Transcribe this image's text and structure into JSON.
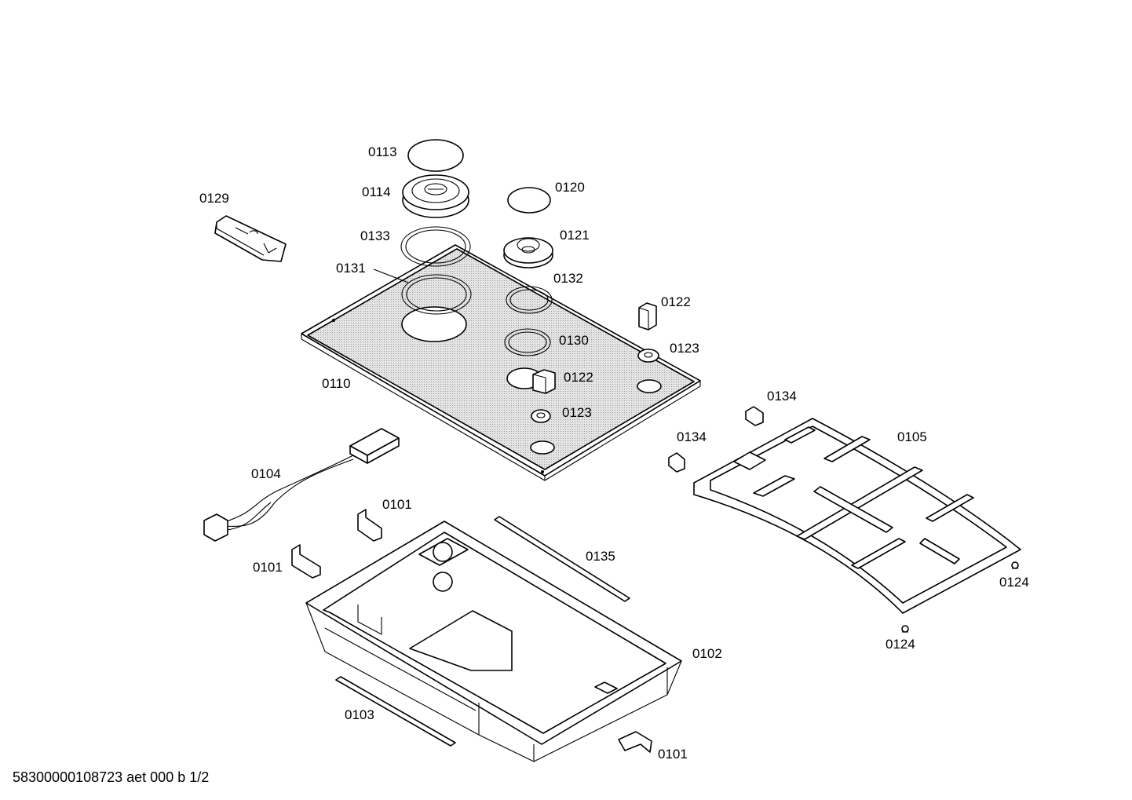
{
  "labels": {
    "p0113": "0113",
    "p0114": "0114",
    "p0120": "0120",
    "p0129": "0129",
    "p0133": "0133",
    "p0121": "0121",
    "p0131": "0131",
    "p0132": "0132",
    "p0122a": "0122",
    "p0123a": "0123",
    "p0130": "0130",
    "p0122b": "0122",
    "p0110": "0110",
    "p0123b": "0123",
    "p0134a": "0134",
    "p0134b": "0134",
    "p0105": "0105",
    "p0104": "0104",
    "p0101a": "0101",
    "p0101b": "0101",
    "p0135": "0135",
    "p0124a": "0124",
    "p0124b": "0124",
    "p0102": "0102",
    "p0103": "0103",
    "p0101c": "0101"
  },
  "footer": "58300000108723 aet 000 b 1/2"
}
